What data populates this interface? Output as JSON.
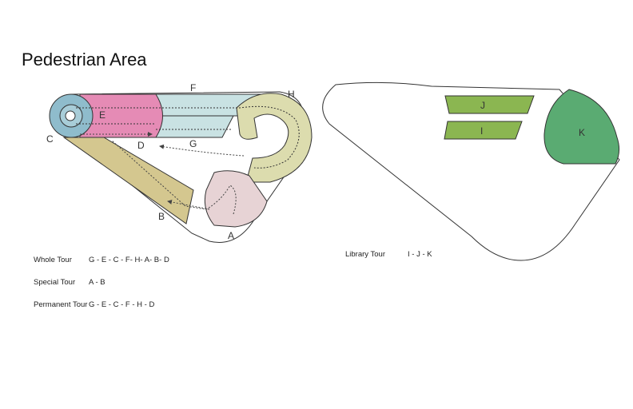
{
  "title": "Pedestrian Area",
  "labels": {
    "A": "A",
    "B": "B",
    "C": "C",
    "D": "D",
    "E": "E",
    "F": "F",
    "G": "G",
    "H": "H",
    "I": "I",
    "J": "J",
    "K": "K"
  },
  "tours": [
    {
      "name": "Whole Tour",
      "route": "G - E - C - F- H- A- B- D"
    },
    {
      "name": "Special Tour",
      "route": "A - B"
    },
    {
      "name": "Permanent Tour",
      "route": "G - E - C - F - H - D"
    }
  ],
  "library_tour": {
    "name": "Library Tour",
    "route": "I - J - K"
  },
  "colors": {
    "zone_A": "#e7d3d5",
    "zone_B": "#d4c78f",
    "zone_C": "#8fbccc",
    "zone_E": "#e58bb5",
    "zone_F": "#c9e2e3",
    "zone_H": "#dcdcae",
    "zone_IJ": "#8bb651",
    "zone_K": "#5aab72",
    "outline": "#333333"
  }
}
